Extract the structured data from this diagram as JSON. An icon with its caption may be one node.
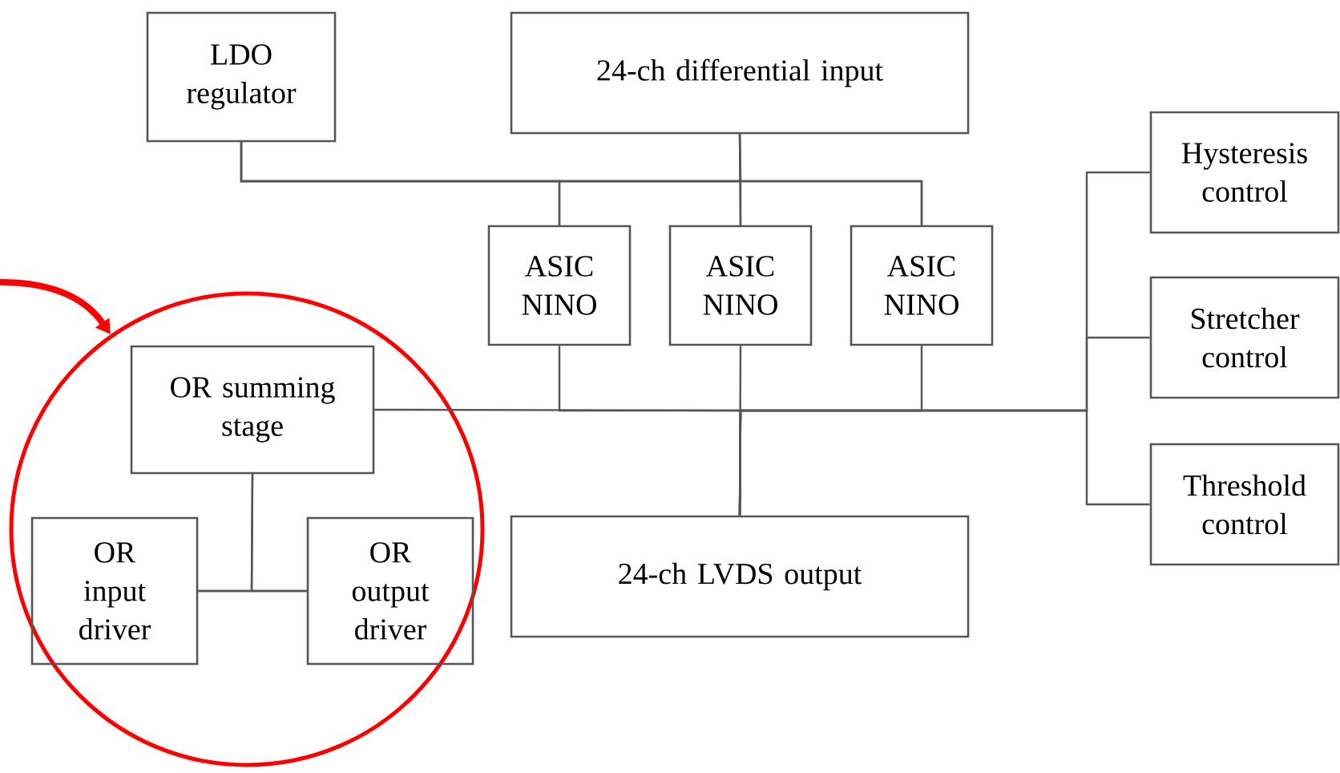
{
  "diagram": {
    "nodes": [
      {
        "text": [
          "LDO regulator"
        ]
      },
      {
        "text": [
          "24-ch differential input"
        ]
      },
      {
        "text": [
          "ASIC NINO"
        ]
      },
      {
        "text": [
          "ASIC NINO"
        ]
      },
      {
        "text": [
          "ASIC NINO"
        ]
      },
      {
        "text": [
          "Hysteresis control"
        ]
      },
      {
        "text": [
          "Stretcher control"
        ]
      },
      {
        "text": [
          "Threshold control"
        ]
      },
      {
        "text": [],
        "shape": "circle"
      },
      {
        "text": [
          "OR summing stage"
        ],
        "in": 8
      },
      {
        "text": [
          "OR input driver"
        ],
        "in": 8
      },
      {
        "text": [
          "OR output driver"
        ],
        "in": 8
      },
      {
        "text": [
          "24-ch LVDS output"
        ]
      }
    ],
    "edges": [
      {
        "from": 0,
        "to": 2,
        "arrow": "none"
      },
      {
        "from": 0,
        "to": 3,
        "arrow": "none"
      },
      {
        "from": 0,
        "to": 4,
        "arrow": "none"
      },
      {
        "from": 1,
        "to": 2,
        "arrow": "none"
      },
      {
        "from": 1,
        "to": 3,
        "arrow": "none"
      },
      {
        "from": 1,
        "to": 4,
        "arrow": "none"
      },
      {
        "from": 2,
        "to": 12,
        "arrow": "none"
      },
      {
        "from": 3,
        "to": 12,
        "arrow": "none"
      },
      {
        "from": 4,
        "to": 12,
        "arrow": "none"
      },
      {
        "from": 9,
        "to": 12,
        "arrow": "none"
      },
      {
        "from": 12,
        "to": 5,
        "arrow": "none"
      },
      {
        "from": 12,
        "to": 6,
        "arrow": "none"
      },
      {
        "from": 12,
        "to": 7,
        "arrow": "none"
      },
      {
        "from": 9,
        "to": 10,
        "arrow": "none"
      },
      {
        "from": 9,
        "to": 11,
        "arrow": "none"
      },
      {
        "from": 10,
        "to": 11,
        "arrow": "none"
      },
      {
        "from": null,
        "to": 8,
        "arrow": "to",
        "style": "thick",
        "color": "#ff0000"
      }
    ]
  }
}
